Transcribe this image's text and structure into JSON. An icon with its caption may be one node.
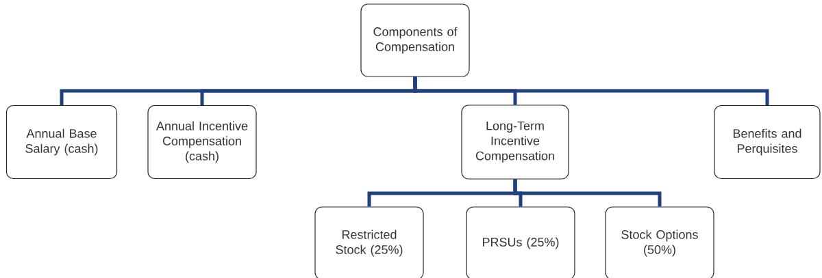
{
  "diagram": {
    "nodes": [
      {
        "text": [
          "Components of Compensation"
        ]
      },
      {
        "text": [
          "Annual Base Salary (cash)"
        ]
      },
      {
        "text": [
          "Annual Incentive Compensation (cash)"
        ]
      },
      {
        "text": [
          "Long-Term Incentive Compensation"
        ]
      },
      {
        "text": [
          "Benefits and Perquisites"
        ]
      },
      {
        "text": [
          "Restricted Stock (25%)"
        ]
      },
      {
        "text": [
          "PRSUs (25%)"
        ]
      },
      {
        "text": [
          "Stock Options (50%)"
        ]
      }
    ],
    "edges": [
      {
        "from": 0,
        "to": 1,
        "arrow": "none"
      },
      {
        "from": 0,
        "to": 2,
        "arrow": "none"
      },
      {
        "from": 0,
        "to": 3,
        "arrow": "none"
      },
      {
        "from": 0,
        "to": 4,
        "arrow": "none"
      },
      {
        "from": 3,
        "to": 5,
        "arrow": "none"
      },
      {
        "from": 3,
        "to": 6,
        "arrow": "none"
      },
      {
        "from": 3,
        "to": 7,
        "arrow": "none"
      }
    ]
  }
}
